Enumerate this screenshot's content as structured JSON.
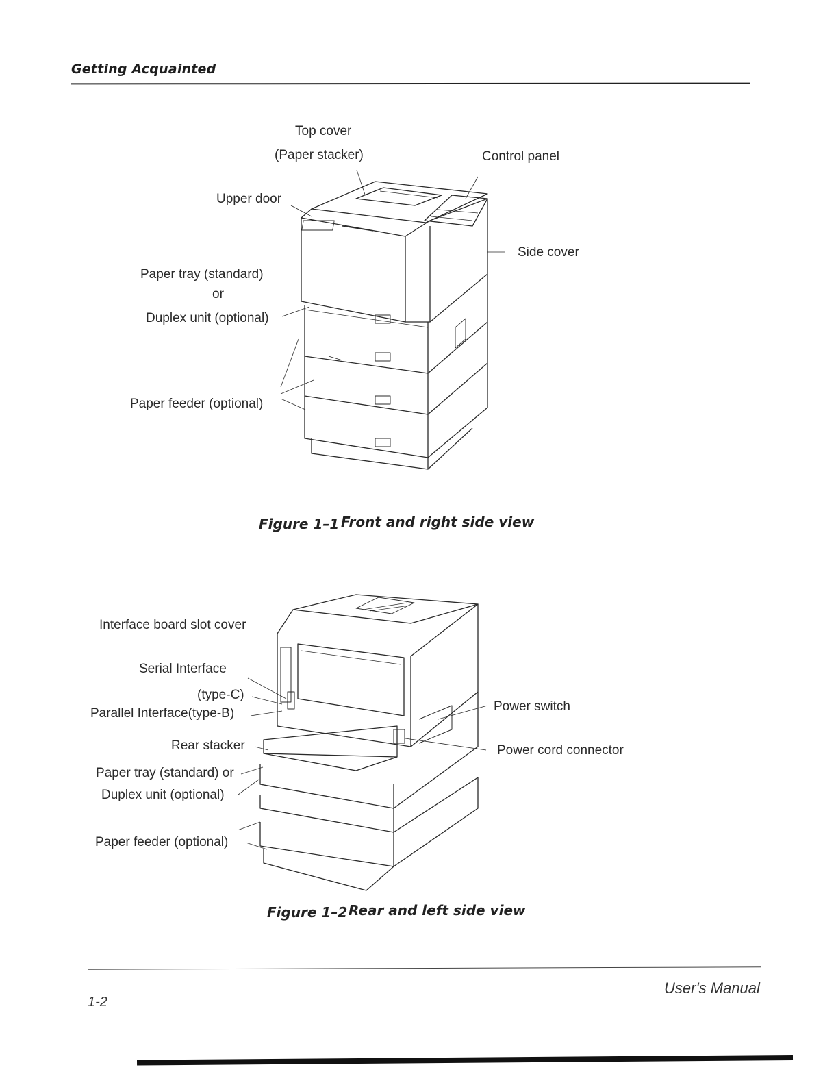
{
  "header": {
    "section_title": "Getting Acquainted"
  },
  "figure1": {
    "labels": {
      "top_cover": "Top cover",
      "paper_stacker": "(Paper stacker)",
      "control_panel": "Control panel",
      "upper_door": "Upper door",
      "side_cover": "Side cover",
      "paper_tray_standard": "Paper tray (standard)",
      "or": "or",
      "duplex_unit": "Duplex unit (optional)",
      "paper_feeder": "Paper feeder (optional)"
    },
    "caption_number": "Figure 1–1",
    "caption_text": "Front and right side view"
  },
  "figure2": {
    "labels": {
      "interface_slot_cover": "Interface board slot cover",
      "serial_interface": "Serial Interface",
      "type_c": "(type-C)",
      "parallel_interface": "Parallel Interface(type-B)",
      "rear_stacker": "Rear stacker",
      "paper_tray_standard_or": "Paper tray (standard) or",
      "duplex_unit": "Duplex unit (optional)",
      "paper_feeder": "Paper feeder (optional)",
      "power_switch": "Power switch",
      "power_cord_connector": "Power cord connector"
    },
    "caption_number": "Figure 1–2",
    "caption_text": "Rear and left side view"
  },
  "footer": {
    "page_number": "1-2",
    "manual_title": "User's Manual"
  }
}
